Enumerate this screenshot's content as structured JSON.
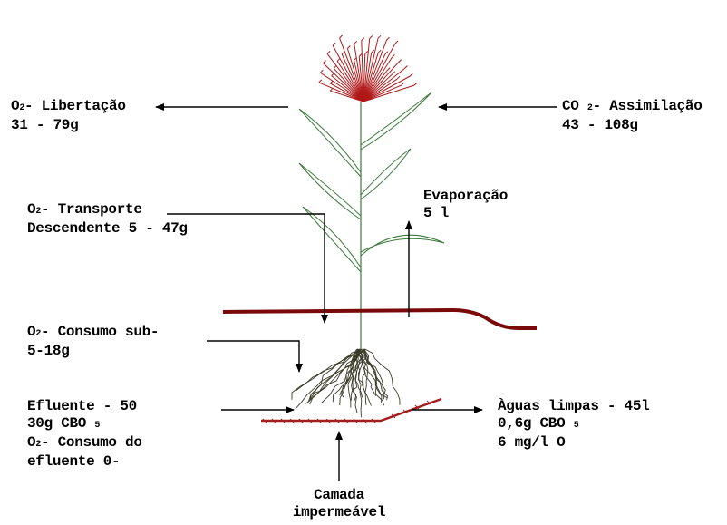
{
  "labels": {
    "o2_release": {
      "prefix": "O",
      "sub": "2",
      "name": "- Libertação",
      "value": "31 - 79g"
    },
    "co2_assimilation": {
      "prefix": "CO ",
      "sub": "2",
      "name": "- Assimilação",
      "value": "43 - 108g"
    },
    "o2_transport": {
      "prefix": "O",
      "sub": "2",
      "name": "- Transporte",
      "value": "Descendente 5 - 47g"
    },
    "evaporation": {
      "name": "Evaporação",
      "value": "5 l"
    },
    "o2_sub_consumption": {
      "prefix": "O",
      "sub": "2",
      "name": "- Consumo sub-",
      "value": "5-18g"
    },
    "effluent": {
      "line1": "Efluente - 50",
      "line2_text": "30g CBO ",
      "line2_sub": "5",
      "line3_prefix": "O",
      "line3_sub": "2",
      "line3_text": "- Consumo do",
      "line4": "efluente 0-"
    },
    "clean_water": {
      "line1": "Àguas limpas - 45l",
      "line2_text": "0,6g CBO ",
      "line2_sub": "5",
      "line3": "6 mg/l O"
    },
    "impermeable_layer": {
      "line1": "Camada",
      "line2": "impermeável"
    }
  },
  "colors": {
    "soil_line": "#7a0a0a",
    "plant_leaf": "#3a7a3a",
    "flower": "#b01818",
    "roots": "#3c3c2a",
    "arrow": "#000000"
  }
}
